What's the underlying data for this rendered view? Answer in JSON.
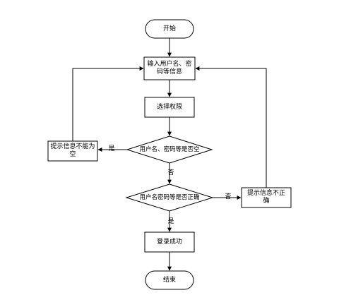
{
  "flowchart": {
    "start": "开始",
    "input": "输入用户名、密码等信息",
    "select_permission": "选择权限",
    "decision_empty": "用户名、密码等是否空",
    "empty_message": "提示信息不能为空",
    "decision_correct": "用户名密码等是否正确",
    "incorrect_message": "提示信息不正确",
    "login_success": "登录成功",
    "end": "结束",
    "yes": "是",
    "no": "否"
  }
}
